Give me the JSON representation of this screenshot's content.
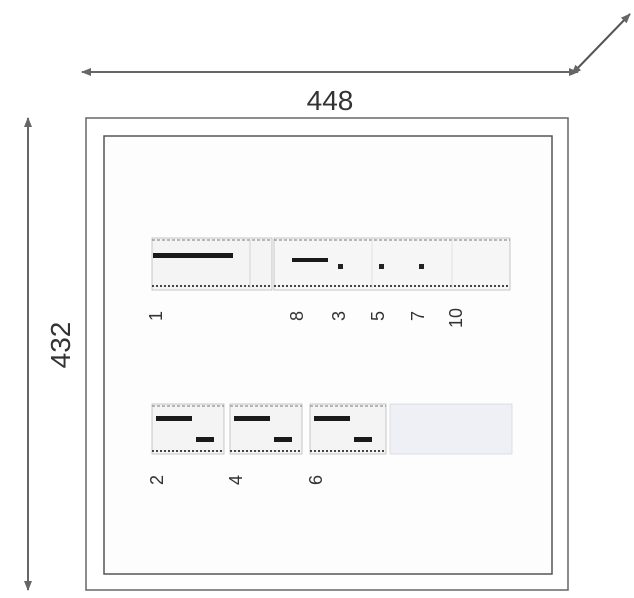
{
  "dimensions": {
    "width_label": "448",
    "height_label": "432"
  },
  "top_row": {
    "lane_labels": [
      "1",
      "8",
      "3",
      "5",
      "7",
      "10"
    ]
  },
  "bottom_row": {
    "lane_labels": [
      "2",
      "4",
      "6"
    ]
  },
  "colors": {
    "line": "#555555",
    "arrow": "#666666",
    "band": "#1a1a1a",
    "strip_bg": "#f4f4f4",
    "faint_panel": "#eef0f5"
  }
}
